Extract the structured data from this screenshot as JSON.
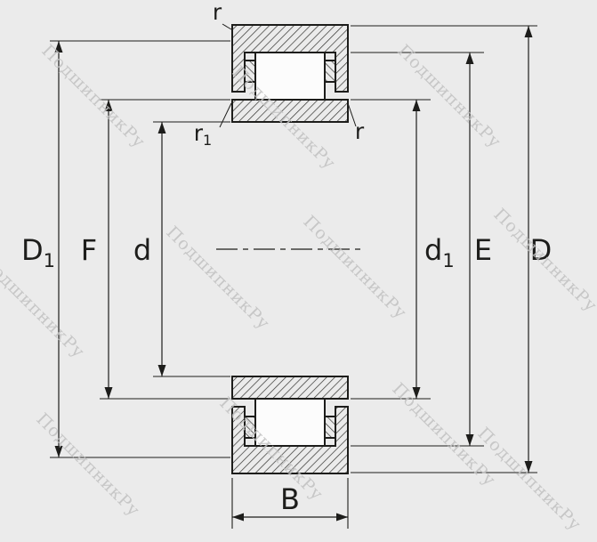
{
  "diagram": {
    "kind": "cylindrical-roller-bearing-cross-section",
    "watermark_text": "ПодшипникРу",
    "labels": {
      "r_outer_top": "r",
      "r1_main": "r",
      "r1_sub": "1",
      "r_inner_top": "r",
      "D1_main": "D",
      "D1_sub": "1",
      "F": "F",
      "d": "d",
      "d1_main": "d",
      "d1_sub": "1",
      "E": "E",
      "D": "D",
      "B": "B"
    },
    "colors": {
      "background": "#ebebeb",
      "line": "#1d1d1b",
      "watermark": "#c1c1c1"
    }
  }
}
